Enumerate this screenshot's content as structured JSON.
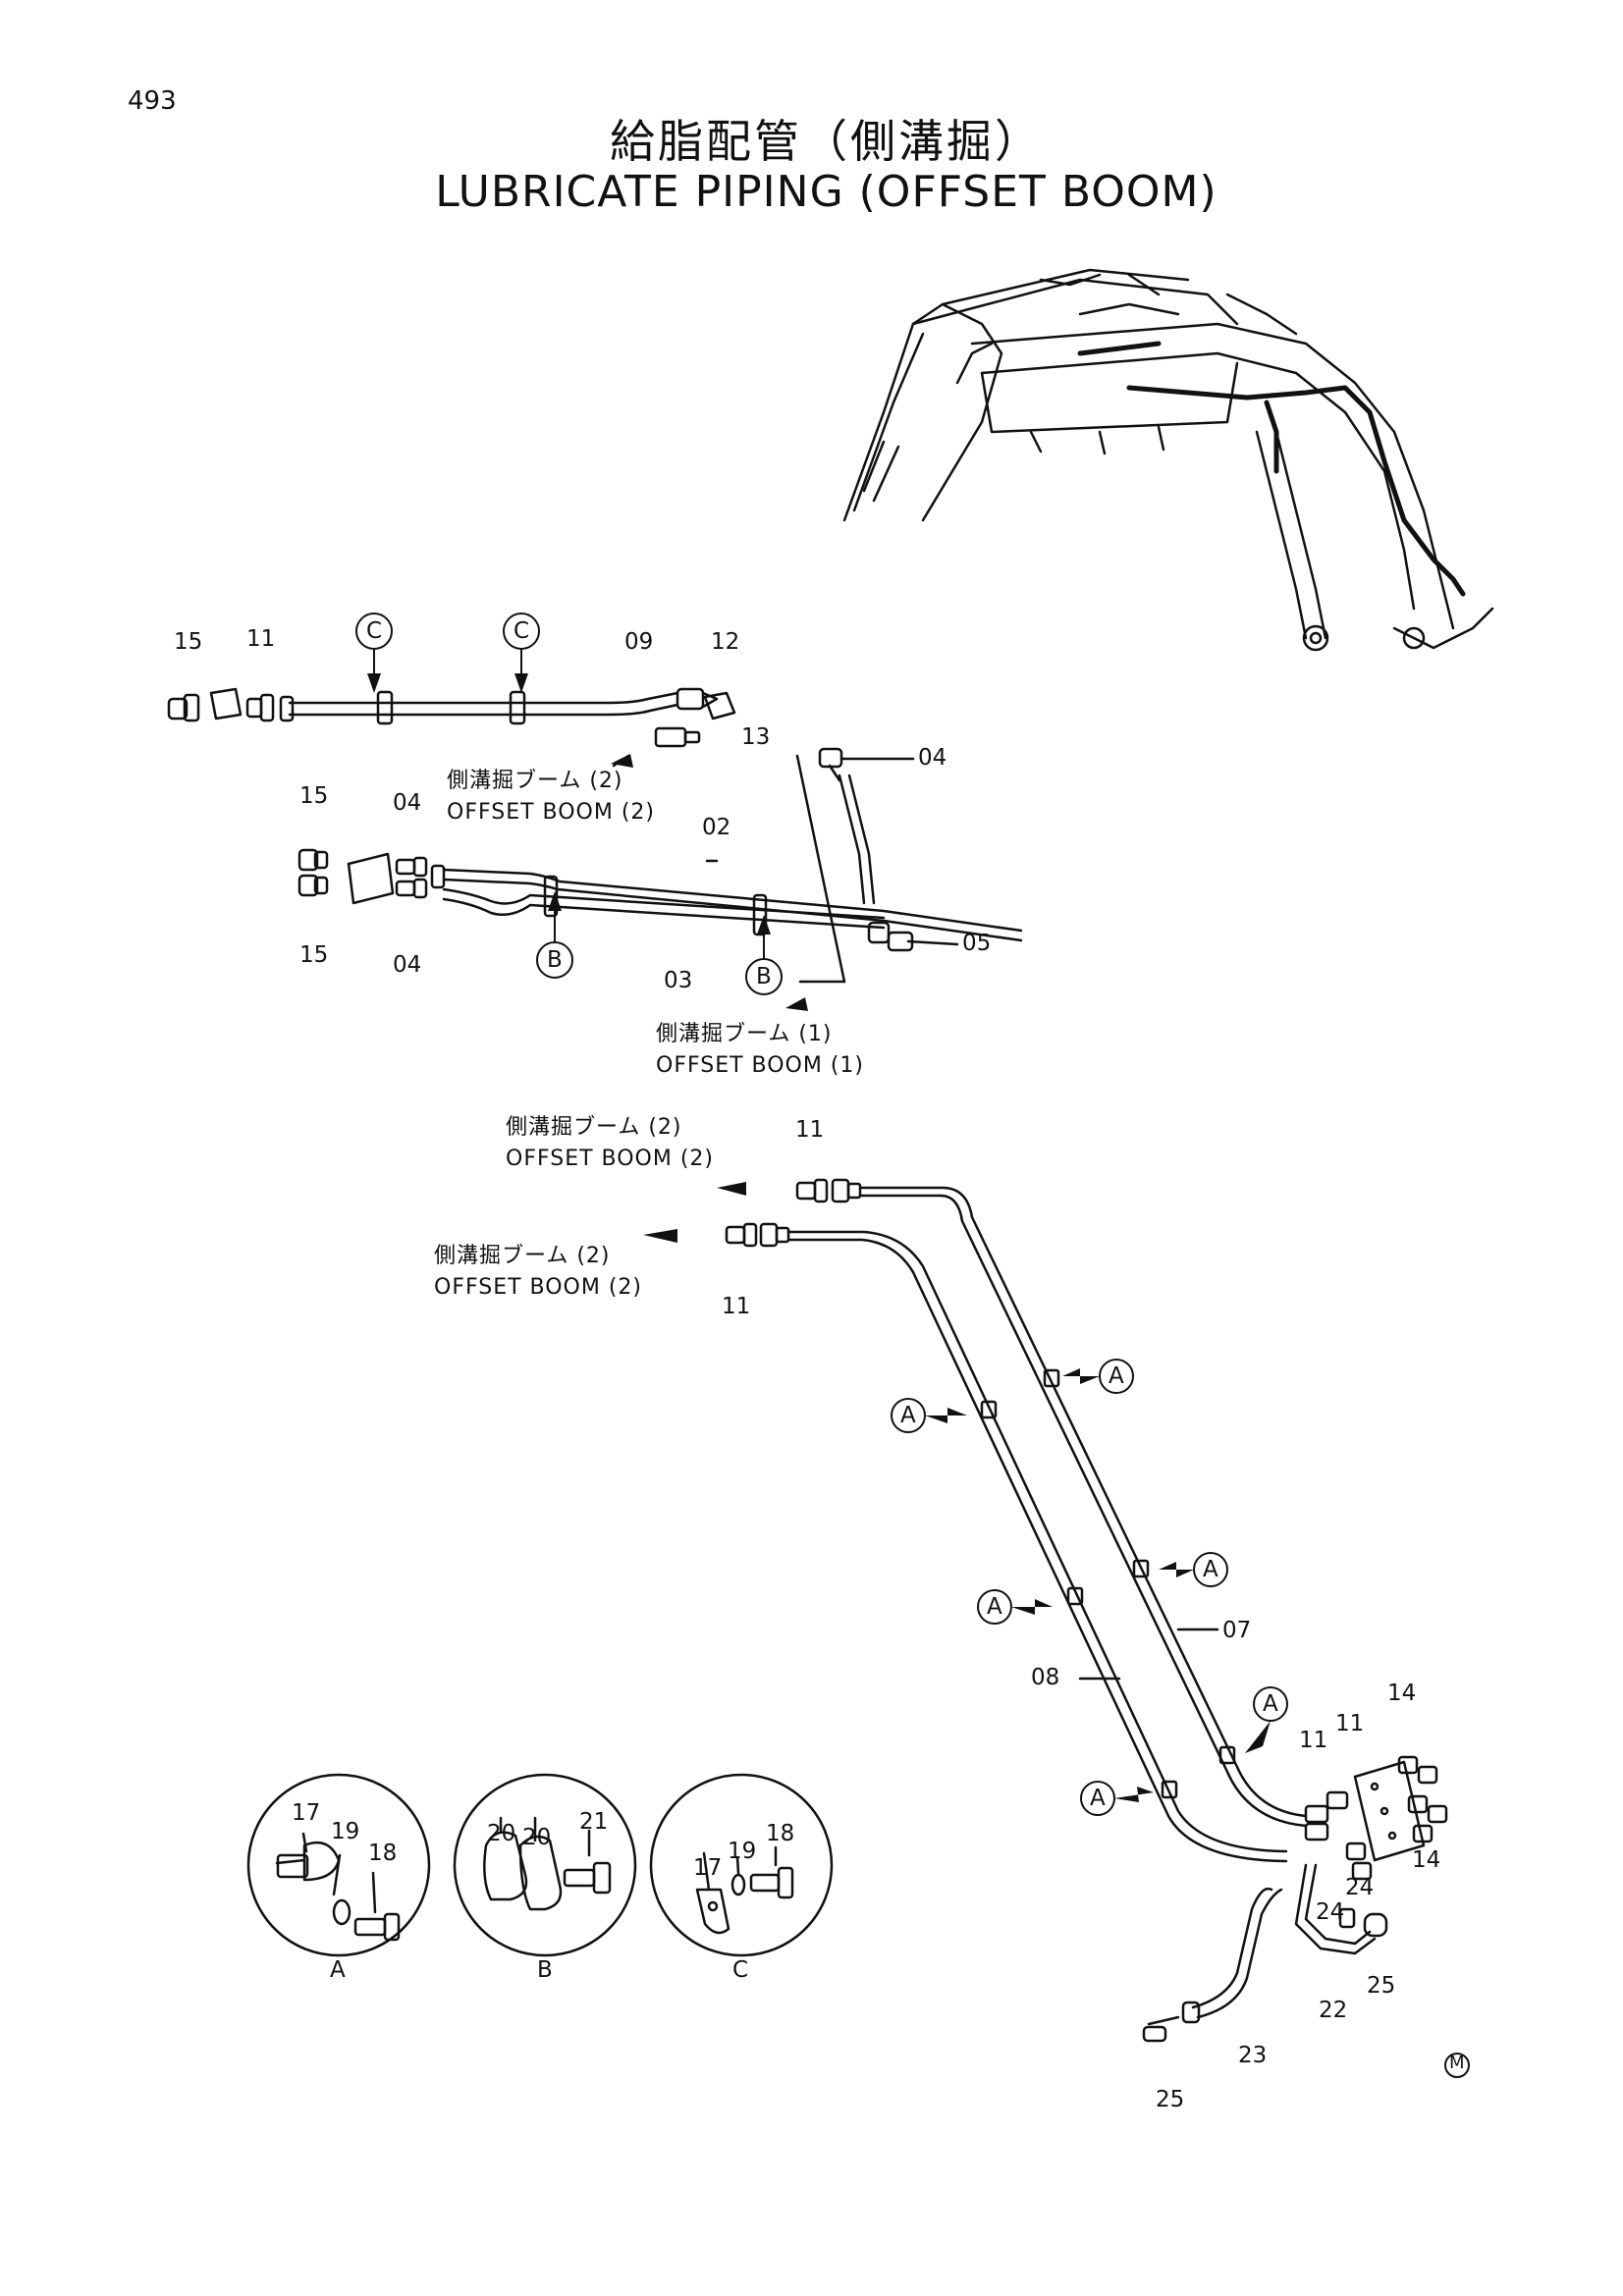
{
  "page_number": "493",
  "title_jp": "給脂配管（側溝掘）",
  "title_en": "LUBRICATE PIPING (OFFSET BOOM)",
  "notes": {
    "boom2_a_jp": "側溝掘ブーム (2)",
    "boom2_a_en": "OFFSET BOOM (2)",
    "boom1_jp": "側溝掘ブーム (1)",
    "boom1_en": "OFFSET BOOM (1)",
    "boom2_b_jp": "側溝掘ブーム (2)",
    "boom2_b_en": "OFFSET BOOM (2)",
    "boom2_c_jp": "側溝掘ブーム (2)",
    "boom2_c_en": "OFFSET BOOM (2)"
  },
  "callouts": {
    "c1": "C",
    "c2": "C",
    "b1": "B",
    "b2": "B",
    "a1": "A",
    "a2": "A",
    "a3": "A",
    "a4": "A",
    "a5": "A",
    "a6": "A",
    "detail_a": "A",
    "detail_b": "B",
    "detail_c": "C"
  },
  "parts": {
    "p15a": "15",
    "p11a": "11",
    "p09": "09",
    "p12": "12",
    "p13": "13",
    "p15b": "15",
    "p15c": "15",
    "p04a": "04",
    "p04b": "04",
    "p04c": "04",
    "p02": "02",
    "p03": "03",
    "p05": "05",
    "p11b": "11",
    "p11c": "11",
    "p07": "07",
    "p08": "08",
    "p11d": "11",
    "p11e": "11",
    "p14a": "14",
    "p14b": "14",
    "p24a": "24",
    "p24b": "24",
    "p25a": "25",
    "p22": "22",
    "p23": "23",
    "p25b": "25",
    "dA17": "17",
    "dA19": "19",
    "dA18": "18",
    "dB20a": "20",
    "dB20b": "20",
    "dB21": "21",
    "dC17": "17",
    "dC19": "19",
    "dC18": "18"
  },
  "mark": "M"
}
